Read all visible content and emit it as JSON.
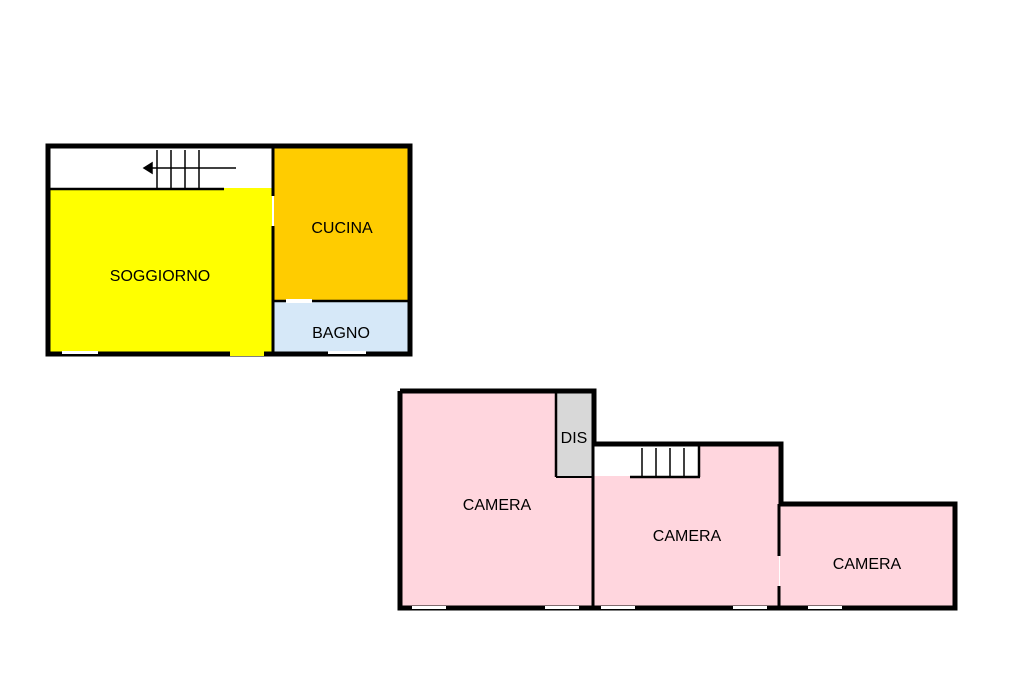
{
  "colors": {
    "wall": "#000000",
    "soggiorno": "#ffff00",
    "cucina": "#ffcc00",
    "bagno": "#d6e8f8",
    "camera": "#ffd6de",
    "dis": "#d8d8d8",
    "background": "#ffffff"
  },
  "ground_floor": {
    "soggiorno_label": "SOGGIORNO",
    "cucina_label": "CUCINA",
    "bagno_label": "BAGNO"
  },
  "upper_floor": {
    "dis_label": "DIS",
    "camera_1_label": "CAMERA",
    "camera_2_label": "CAMERA",
    "camera_3_label": "CAMERA"
  }
}
